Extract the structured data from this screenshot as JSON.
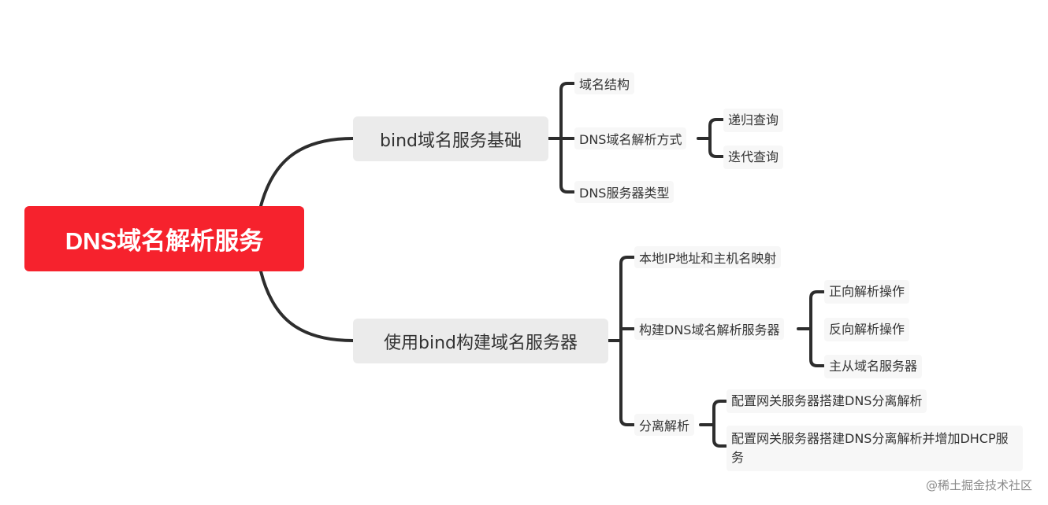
{
  "root": {
    "label": "DNS域名解析服务"
  },
  "branches": [
    {
      "label": "bind域名服务基础",
      "children": [
        {
          "label": "域名结构"
        },
        {
          "label": "DNS域名解析方式",
          "children": [
            {
              "label": "递归查询"
            },
            {
              "label": "迭代查询"
            }
          ]
        },
        {
          "label": "DNS服务器类型"
        }
      ]
    },
    {
      "label": "使用bind构建域名服务器",
      "children": [
        {
          "label": "本地IP地址和主机名映射"
        },
        {
          "label": "构建DNS域名解析服务器",
          "children": [
            {
              "label": "正向解析操作"
            },
            {
              "label": "反向解析操作"
            },
            {
              "label": "主从域名服务器"
            }
          ]
        },
        {
          "label": "分离解析",
          "children": [
            {
              "label": "配置网关服务器搭建DNS分离解析"
            },
            {
              "label": "配置网关服务器搭建DNS分离解析并增加DHCP服务"
            }
          ]
        }
      ]
    }
  ],
  "watermark": "@稀土掘金技术社区",
  "colors": {
    "root_bg": "#f6222d",
    "branch_bg": "#ebebeb",
    "leaf_bg": "#f7f7f7",
    "line": "#2d2d2d"
  }
}
